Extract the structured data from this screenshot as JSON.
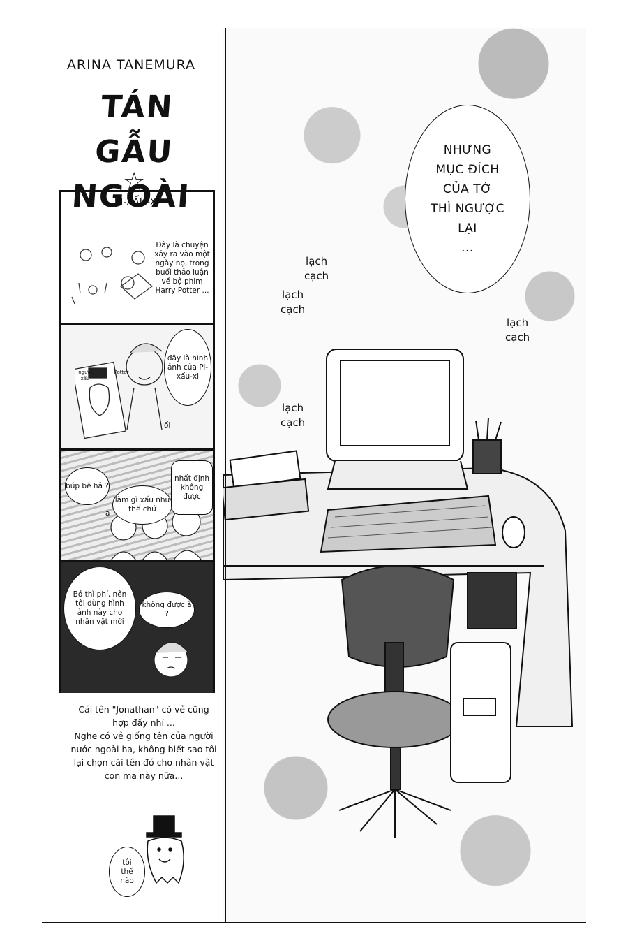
{
  "header": {
    "author": "ARINA TANEMURA",
    "title_line1": "TÁN GẪU",
    "title_line2": "NGOÀI LỀ",
    "star": "☆"
  },
  "strip": {
    "title": "PI-XẤU-XÍ",
    "panel1": {
      "narration": "Đây là chuyện xảy ra vào một ngày nọ, trong buổi thảo luận về bộ phim Harry Potter ..."
    },
    "panel2": {
      "speech": "đây là hình ảnh của Pi-xấu-xi",
      "paper_left": "người xấu",
      "paper_right": "Potter",
      "sfx": "ối"
    },
    "panel3": {
      "speech1": "búp bê hả ?",
      "speech2": "làm gì xấu như thế chứ",
      "speech3": "nhất định không được",
      "sfx": "a"
    },
    "panel4": {
      "narration": "Bỏ thì phí, nên tôi dùng hình ảnh này cho nhân vật mới",
      "speech": "không được à ?"
    }
  },
  "caption": {
    "line1": "Cái tên \"Jonathan\" có vẻ cũng",
    "line2": "hợp đấy nhỉ ...",
    "line3": "Nghe có vẻ giống tên của người",
    "line4": "nước ngoài ha, không biết sao tôi",
    "line5": "lại chọn cái tên đó cho nhân vật",
    "line6": "con ma này nữa..."
  },
  "ghost": {
    "speech_line1": "tôi",
    "speech_line2": "thế",
    "speech_line3": "nào"
  },
  "main_panel": {
    "bubble_line1": "NHƯNG",
    "bubble_line2": "MỤC ĐÍCH",
    "bubble_line3": "CỦA TỚ",
    "bubble_line4": "THÌ NGƯỢC",
    "bubble_line5": "LẠI",
    "bubble_line6": "...",
    "sfx_word1": "lạch",
    "sfx_word2": "cạch"
  }
}
